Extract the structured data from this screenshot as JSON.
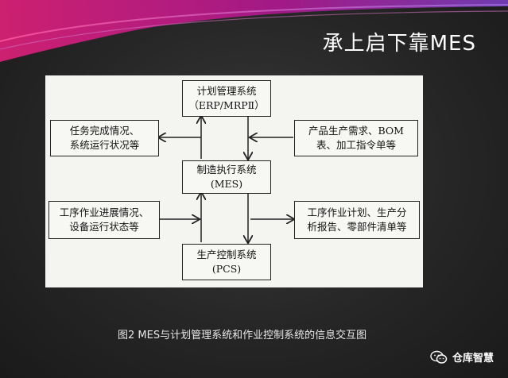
{
  "slide": {
    "title": "承上启下靠MES",
    "caption": "图2 MES与计划管理系统和作业控制系统的信息交互图",
    "brand": {
      "name": "仓库智慧",
      "icon": "wechat-icon"
    }
  },
  "diagram": {
    "nodes": {
      "erp": {
        "line1": "计划管理系统",
        "line2": "（ERP/MRPⅡ）"
      },
      "mes": {
        "line1": "制造执行系统",
        "line2": "(MES)"
      },
      "pcs": {
        "line1": "生产控制系统",
        "line2": "(PCS)"
      },
      "left_top": {
        "line1": "任务完成情况、",
        "line2": "系统运行状况等"
      },
      "right_top": {
        "line1": "产品生产需求、BOM",
        "line2": "表、加工指令单等"
      },
      "left_bottom": {
        "line1": "工序作业进展情况、",
        "line2": "设备运行状态等"
      },
      "right_bottom": {
        "line1": "工序作业计划、生产分",
        "line2": "析报告、零部件清单等"
      }
    }
  },
  "colors": {
    "figure_bg": "#f4f4f1",
    "text": "#111111",
    "title": "#ffffff"
  }
}
